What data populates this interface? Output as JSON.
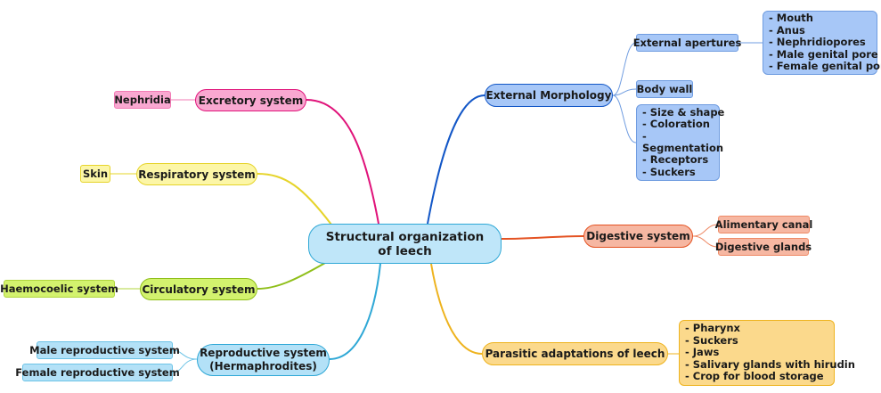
{
  "title": "Structural organization of leech",
  "colors": {
    "pink_fill": "#f9a8d1",
    "pink_line": "#e0137a",
    "yellow_fill": "#fcf6a7",
    "yellow_line": "#e6d42a",
    "green_fill": "#d3f26e",
    "green_line": "#8fbf1a",
    "lightblue_fill": "#b3e1f7",
    "lightblue_line": "#2fa8d6",
    "blue_fill": "#a7c7f7",
    "blue_line": "#1357c7",
    "salmon_fill": "#f6b7a2",
    "salmon_line": "#e45323",
    "gold_fill": "#fbd98c",
    "gold_line": "#eeb31e"
  },
  "left": {
    "excretory": {
      "label": "Excretory system",
      "child": "Nephridia"
    },
    "respiratory": {
      "label": "Respiratory system",
      "child": "Skin"
    },
    "circulatory": {
      "label": "Circulatory system",
      "child": "Haemocoelic system"
    },
    "reproductive": {
      "label": "Reproductive system (Hermaphrodites)",
      "children": [
        "Male reproductive system",
        "Female reproductive system"
      ]
    }
  },
  "right": {
    "morphology": {
      "label": "External Morphology",
      "apertures": {
        "label": "External apertures",
        "items": [
          "- Mouth",
          "- Anus",
          "- Nephridiopores",
          "- Male genital pore",
          "- Female genital pore"
        ]
      },
      "body_wall": "Body wall",
      "features": [
        "- Size & shape",
        "- Coloration",
        "-",
        "Segmentation",
        "- Receptors",
        "- Suckers"
      ]
    },
    "digestive": {
      "label": "Digestive system",
      "children": [
        "Alimentary canal",
        "Digestive glands"
      ]
    },
    "parasitic": {
      "label": "Parasitic adaptations of leech",
      "items": [
        "- Pharynx",
        "- Suckers",
        "- Jaws",
        "- Salivary glands with hirudin",
        "- Crop for blood storage"
      ]
    }
  }
}
